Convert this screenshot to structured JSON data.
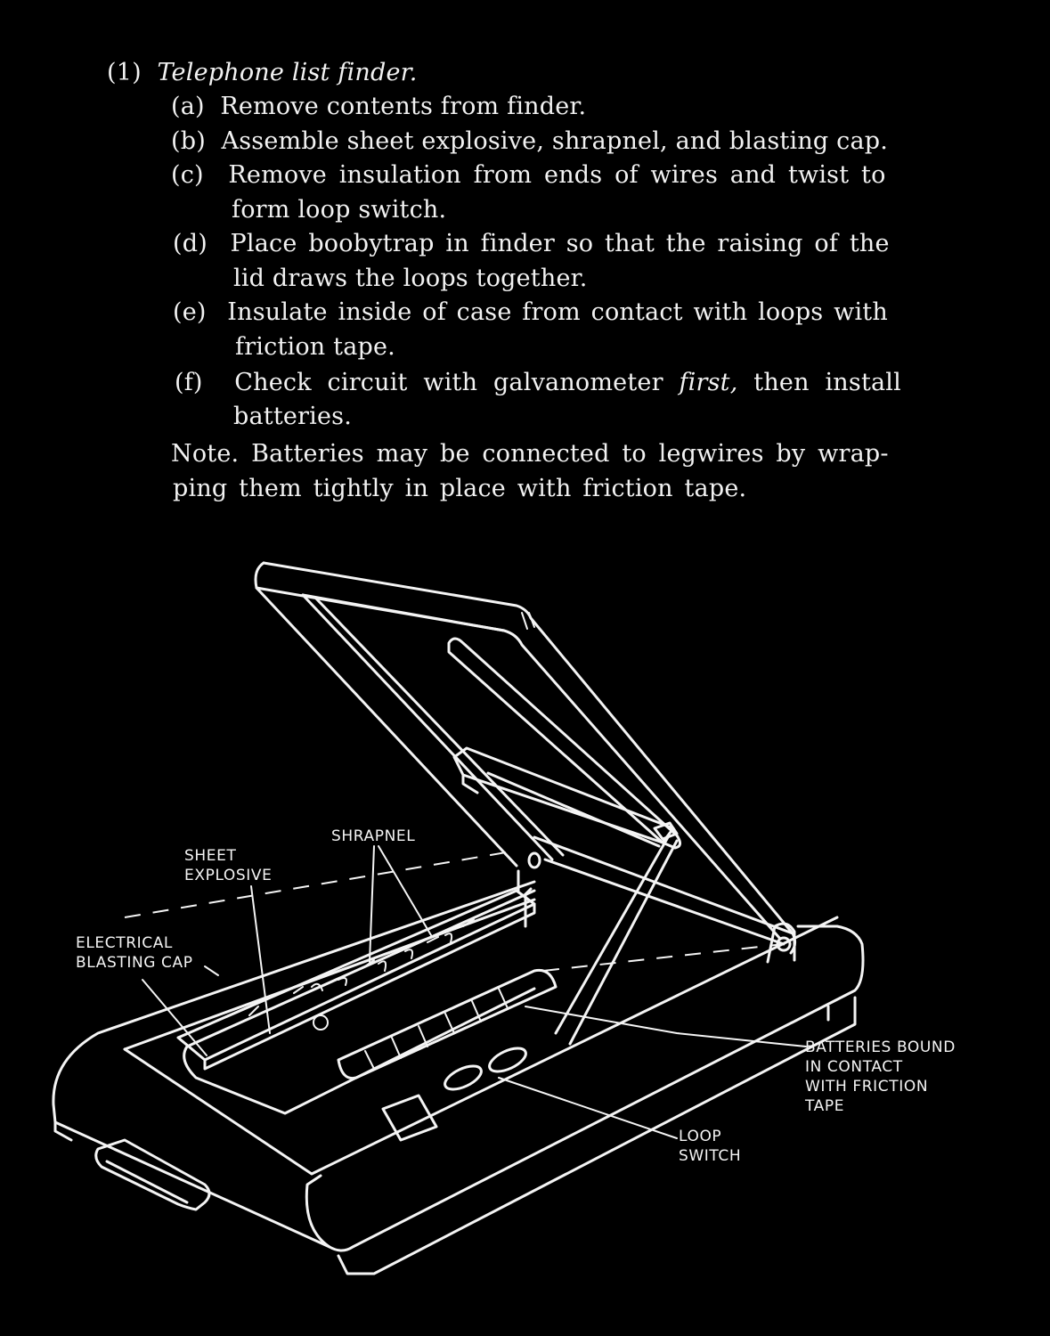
{
  "heading": {
    "number": "(1)",
    "title": "Telephone list finder."
  },
  "steps": [
    {
      "mark": "(a)",
      "lines": [
        "Remove contents from finder."
      ]
    },
    {
      "mark": "(b)",
      "lines": [
        "Assemble sheet explosive, shrapnel, and blasting cap."
      ]
    },
    {
      "mark": "(c)",
      "lines": [
        "Remove insulation from ends of wires and twist to",
        "form loop switch."
      ]
    },
    {
      "mark": "(d)",
      "lines": [
        "Place boobytrap in finder so that the raising of the",
        "lid draws the loops together."
      ]
    },
    {
      "mark": "(e)",
      "lines": [
        "Insulate inside of case from contact with loops with",
        "friction tape."
      ]
    },
    {
      "mark": "(f)",
      "lines_parts": {
        "before": "Check circuit with galvanometer ",
        "emphasis": "first,",
        "after": " then install"
      },
      "lines": [
        "batteries."
      ]
    }
  ],
  "note": {
    "lines": [
      "Note. Batteries may be connected to legwires by wrap-",
      "ping them tightly in place with friction tape."
    ]
  },
  "illustration": {
    "callouts": {
      "shrapnel": "SHRAPNEL",
      "sheet_explosive": [
        "SHEET",
        "EXPLOSIVE"
      ],
      "blasting_cap": [
        "ELECTRICAL",
        "BLASTING CAP"
      ],
      "batteries": [
        "BATTERIES BOUND",
        "IN CONTACT",
        "WITH FRICTION",
        "TAPE"
      ],
      "loop_switch": [
        "LOOP",
        "SWITCH"
      ]
    }
  }
}
